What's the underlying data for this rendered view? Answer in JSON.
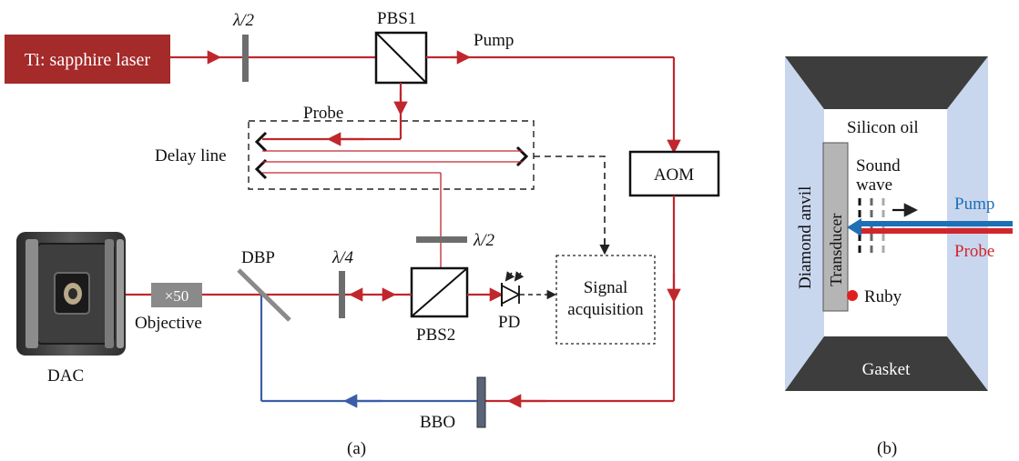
{
  "panel_a": {
    "laser": "Ti: sapphire laser",
    "half_wave_1": "λ/2",
    "pbs1": "PBS1",
    "pump": "Pump",
    "probe": "Probe",
    "delay_line": "Delay line",
    "aom": "AOM",
    "half_wave_2": "λ/2",
    "quarter_wave": "λ/4",
    "dbp": "DBP",
    "objective_mag": "×50",
    "objective": "Objective",
    "dac": "DAC",
    "pbs2": "PBS2",
    "pd": "PD",
    "signal_line1": "Signal",
    "signal_line2": "acquisition",
    "bbo": "BBO",
    "caption": "(a)"
  },
  "panel_b": {
    "silicon_oil": "Silicon oil",
    "sound_line1": "Sound",
    "sound_line2": "wave",
    "transducer": "Transducer",
    "diamond_anvil": "Diamond anvil",
    "pump": "Pump",
    "probe": "Probe",
    "ruby": "Ruby",
    "gasket": "Gasket",
    "caption": "(b)"
  },
  "colors": {
    "laser_box": "#a52a2a",
    "red_beam": "#c0272d",
    "blue_beam": "#3b5ea8",
    "pump_blue": "#1f6fb5",
    "probe_red": "#d1262b",
    "anvil": "#c9d7ee",
    "gasket": "#3d3d3d",
    "transducer": "#b5b5b5"
  }
}
